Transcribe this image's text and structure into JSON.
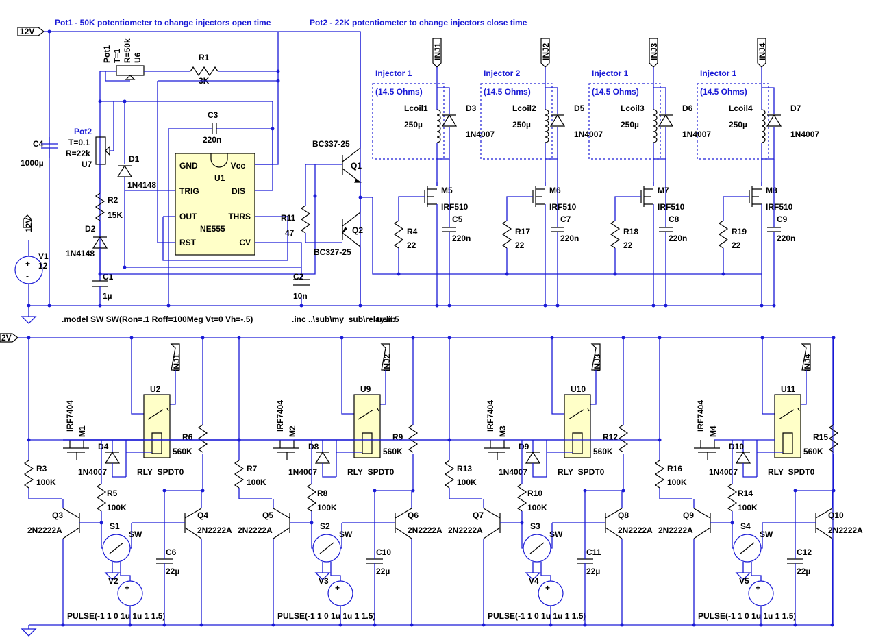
{
  "notes": {
    "pot1_note": "Pot1 - 50K potentiometer to change injectors open time",
    "pot2_note": "Pot2 - 22K potentiometer to change injectors close time",
    "model_directive": ".model SW SW(Ron=.1 Roff=100Meg Vt=0 Vh=-.5)",
    "inc_directive": ".inc ..\\sub\\my_sub\\relay.lib",
    "inc_overlap": "tran 5"
  },
  "netlabels": {
    "top_12v": "12V",
    "v1_12v": "12V",
    "bottom_12v": "2V",
    "inj": [
      "INJ1",
      "INJ2",
      "INJ3",
      "INJ4"
    ]
  },
  "timer": {
    "pot1_name": "Pot1",
    "pot1_t": "T=1",
    "pot1_r": "R=50k",
    "pot1_ref": "U6",
    "r1_name": "R1",
    "r1_val": "3K",
    "c3_name": "C3",
    "c3_val": "220n",
    "c4_name": "C4",
    "c4_val": "1000µ",
    "pot2_name": "Pot2",
    "pot2_t": "T=0.1",
    "pot2_r": "R=22k",
    "pot2_ref": "U7",
    "d1_name": "D1",
    "d1_val": "1N4148",
    "r2_name": "R2",
    "r2_val": "15K",
    "d2_name": "D2",
    "d2_val": "1N4148",
    "c1_name": "C1",
    "c1_val": "1µ",
    "v1_name": "V1",
    "v1_val": "12",
    "u1_name": "U1",
    "u1_val": "NE555",
    "pin_gnd": "GND",
    "pin_trig": "TRIG",
    "pin_out": "OUT",
    "pin_rst": "RST",
    "pin_vcc": "Vcc",
    "pin_dis": "DIS",
    "pin_thrs": "THRS",
    "pin_cv": "CV",
    "c2_name": "C2",
    "c2_val": "10n",
    "r11_name": "R11",
    "r11_val": "47",
    "q1_model": "BC337-25",
    "q1_name": "Q1",
    "q2_model": "BC327-25",
    "q2_name": "Q2"
  },
  "injector_stages": [
    {
      "title": "Injector 1",
      "ohms": "(14.5 Ohms)",
      "coil": "Lcoil1",
      "coil_val": "250µ",
      "diode": "D3",
      "diode_val": "1N4007",
      "mos": "M5",
      "mos_val": "IRF510",
      "r": "R4",
      "r_val": "22",
      "c": "C5",
      "c_val": "220n"
    },
    {
      "title": "Injector 2",
      "ohms": "(14.5 Ohms)",
      "coil": "Lcoil2",
      "coil_val": "250µ",
      "diode": "D5",
      "diode_val": "1N4007",
      "mos": "M6",
      "mos_val": "IRF510",
      "r": "R17",
      "r_val": "22",
      "c": "C7",
      "c_val": "220n"
    },
    {
      "title": "Injector 1",
      "ohms": "(14.5 Ohms)",
      "coil": "Lcoil3",
      "coil_val": "250µ",
      "diode": "D6",
      "diode_val": "1N4007",
      "mos": "M7",
      "mos_val": "IRF510",
      "r": "R18",
      "r_val": "22",
      "c": "C8",
      "c_val": "220n"
    },
    {
      "title": "Injector 1",
      "ohms": "(14.5 Ohms)",
      "coil": "Lcoil4",
      "coil_val": "250µ",
      "diode": "D7",
      "diode_val": "1N4007",
      "mos": "M8",
      "mos_val": "IRF510",
      "r": "R19",
      "r_val": "22",
      "c": "C9",
      "c_val": "220n"
    }
  ],
  "relay_stages": [
    {
      "relay": "U2",
      "relay_val": "RLY_SPDT0",
      "mos": "M1",
      "mos_val": "IRF7404",
      "d": "D4",
      "d_val": "1N4007",
      "r_top": "R6",
      "r_top_val": "560K",
      "r_left": "R3",
      "r_left_val": "100K",
      "r_mid": "R5",
      "r_mid_val": "100K",
      "qa": "Q3",
      "qa_val": "2N2222A",
      "qb": "Q4",
      "qb_val": "2N2222A",
      "s": "S1",
      "s_val": "SW",
      "c": "C6",
      "c_val": "22µ",
      "v": "V2",
      "pulse": "PULSE(-1 1 0 1u 1u 1 1.5)"
    },
    {
      "relay": "U9",
      "relay_val": "RLY_SPDT0",
      "mos": "M2",
      "mos_val": "IRF7404",
      "d": "D8",
      "d_val": "1N4007",
      "r_top": "R9",
      "r_top_val": "560K",
      "r_left": "R7",
      "r_left_val": "100K",
      "r_mid": "R8",
      "r_mid_val": "100K",
      "qa": "Q5",
      "qa_val": "2N2222A",
      "qb": "Q6",
      "qb_val": "2N2222A",
      "s": "S2",
      "s_val": "SW",
      "c": "C10",
      "c_val": "22µ",
      "v": "V3",
      "pulse": "PULSE(-1 1 0 1u 1u 1 1.5)"
    },
    {
      "relay": "U10",
      "relay_val": "RLY_SPDT0",
      "mos": "M3",
      "mos_val": "IRF7404",
      "d": "D9",
      "d_val": "1N4007",
      "r_top": "R12",
      "r_top_val": "560K",
      "r_left": "R13",
      "r_left_val": "100K",
      "r_mid": "R10",
      "r_mid_val": "100K",
      "qa": "Q7",
      "qa_val": "2N2222A",
      "qb": "Q8",
      "qb_val": "2N2222A",
      "s": "S3",
      "s_val": "SW",
      "c": "C11",
      "c_val": "22µ",
      "v": "V4",
      "pulse": "PULSE(-1 1 0 1u 1u 1 1.5)"
    },
    {
      "relay": "U11",
      "relay_val": "RLY_SPDT0",
      "mos": "M4",
      "mos_val": "IRF7404",
      "d": "D10",
      "d_val": "1N4007",
      "r_top": "R15",
      "r_top_val": "560K",
      "r_left": "R16",
      "r_left_val": "100K",
      "r_mid": "R14",
      "r_mid_val": "100K",
      "qa": "Q9",
      "qa_val": "2N2222A",
      "qb": "Q10",
      "qb_val": "2N2222A",
      "s": "S4",
      "s_val": "SW",
      "c": "C12",
      "c_val": "22µ",
      "v": "V5",
      "pulse": "PULSE(-1 1 0 1u 1u 1 1.5)"
    }
  ],
  "colors": {
    "wire": "#1a1ad6",
    "component": "#000000",
    "ic_fill": "#ffffc8",
    "background": "#ffffff"
  }
}
